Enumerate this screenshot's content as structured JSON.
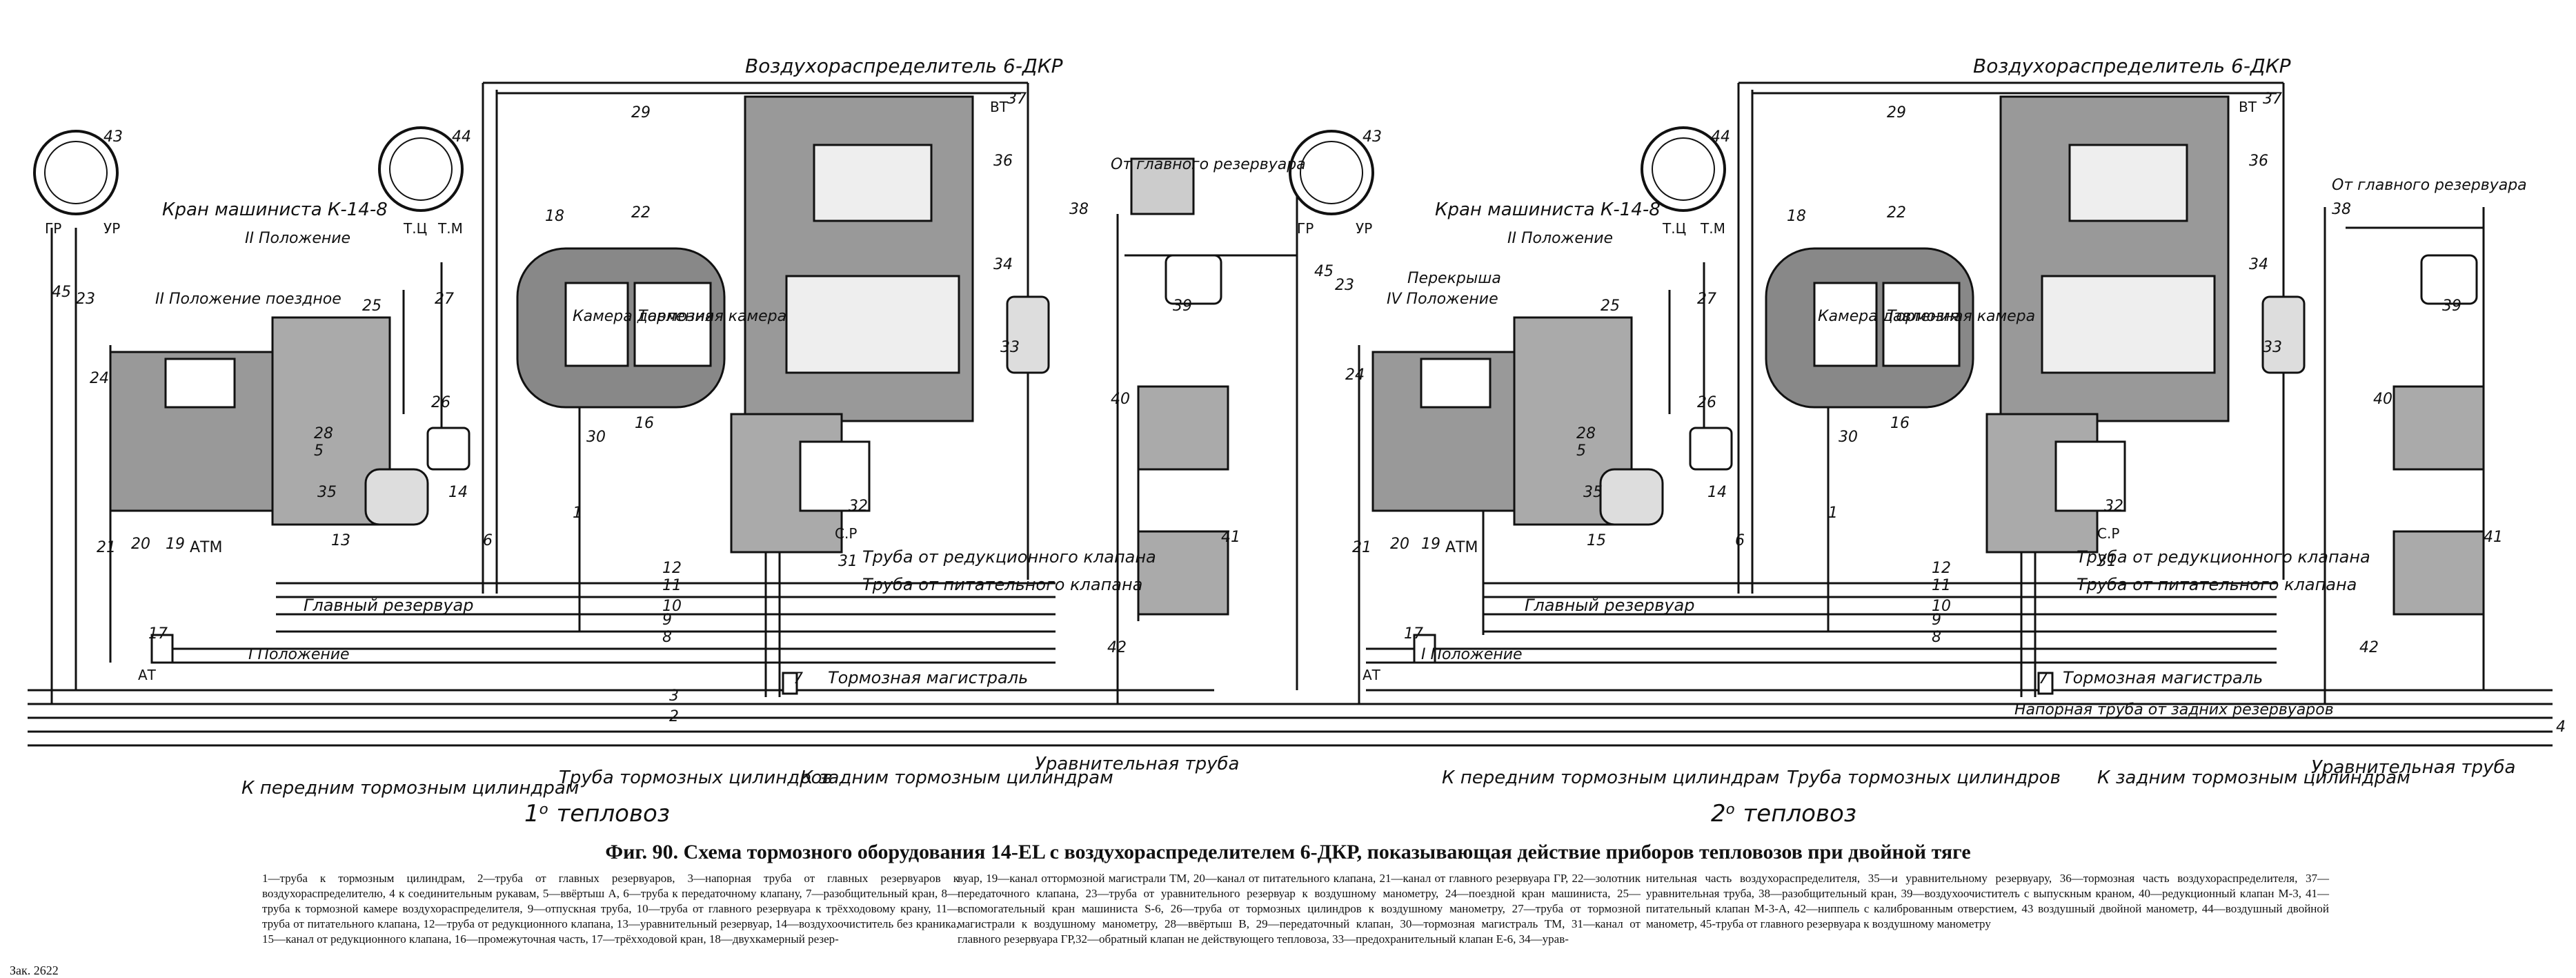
{
  "figure": {
    "caption": "Фиг. 90. Схема тормозного оборудования 14-EL с воздухораспределителем 6-ДКР, показывающая действие приборов тепловозов при двойной тяге",
    "legend_part1": "1—труба к тормозным цилиндрам, 2—труба от главных резервуаров, 3—напорная труба от главных резервуаров к воздухораспределителю, 4 к соединительным рукавам, 5—ввёртыш А, 6—труба к передаточному клапану, 7—разобщительный кран, 8—труба к тормозной камере воздухораспределителя, 9—отпускная труба, 10—труба от главного резервуара к трёхходовому крану, 11—труба от питательного клапана, 12—труба от редукционного клапана, 13—уравнительный резервуар, 14—воздухоочиститель без краника, 15—канал от редукционного клапана, 16—промежуточная часть, 17—трёхходовой кран, 18—двухкамерный резер-",
    "legend_part2": "вуар, 19—канал оттормозной магистрали ТМ, 20—канал от питательного клапана, 21—канал от главного резервуара ГР, 22—золотник передаточного клапана, 23—труба от уравнительного резервуар к воздушному манометру, 24—поездной кран машиниста, 25—вспомогательный кран машиниста S-6, 26—труба от тормозных цилиндров к воздушному манометру, 27—труба от тормозной магистрали к воздушному манометру, 28—ввёртыш В, 29—передаточный клапан, 30—тормозная магистраль ТМ, 31—канал от главного резервуара ГР,32—обратный клапан не действующего тепловоза, 33—предохранительный клапан Е-6, 34—урав-",
    "legend_part3": "нительная часть воздухораспределителя, 35—и уравнительному резервуару, 36—тормозная часть воздухораспределителя, 37—уравнительная труба, 38—разобщительный кран, 39—воздухоочистителъ с выпускным краном, 40—редукционный клапан М-3, 41—питательный клапан М-3-А, 42—ниппель с калиброванным отверстием, 43 воздушный двойной манометр, 44—воздушный двойной манометр, 45-труба от главного резервуара к воздушному манометру",
    "print_mark": "Зак. 2622"
  },
  "loco1": {
    "title": "1ᵒ тепловоз",
    "air_distributor": "Воздухораспределитель 6-ДКР",
    "driver_valve": "Кран машиниста К-14-8",
    "pos2": "II Положение",
    "pos2_train": "II Положение поездное",
    "pos1": "I Положение",
    "chamber_pressure": "Камера давления",
    "chamber_brake": "Тормозная камера",
    "pipe_reducing": "Труба от редукционного клапана",
    "pipe_feed": "Труба от питательного клапана",
    "main_reservoir": "Главный резервуар",
    "brake_main": "Тормозная магистраль",
    "to_front_cyl": "К передним тормозным цилиндрам",
    "brake_cyl_pipe": "Труба тормозных цилиндров",
    "to_rear_cyl": "К задним тормозным цилиндрам",
    "equalizing_pipe": "Уравнительная труба",
    "from_reservoir": "От главного резервуара",
    "atm": "АТМ"
  },
  "loco2": {
    "title": "2ᵒ тепловоз",
    "air_distributor": "Воздухораспределитель 6-ДКР",
    "driver_valve": "Кран машиниста К-14-8",
    "pos2": "II Положение",
    "pos4": "IV Положение",
    "overlap": "Перекрыша",
    "pos1": "I Положение",
    "chamber_pressure": "Камера давления",
    "chamber_brake": "Тормозная камера",
    "pipe_reducing": "Труба от редукционного клапана",
    "pipe_feed": "Труба от питательного клапана",
    "main_reservoir": "Главный резервуар",
    "brake_main": "Тормозная магистраль",
    "main_pipe_rear": "Напорная труба от задних резервуаров",
    "to_front_cyl": "К передним тормозным цилиндрам",
    "brake_cyl_pipe": "Труба тормозных цилиндров",
    "to_rear_cyl": "К задним тормозным цилиндрам",
    "equalizing_pipe": "Уравнительная труба",
    "from_reservoir": "От главного резервуара",
    "atm": "АТМ"
  },
  "short_labels": {
    "gr": "ГР",
    "ur": "УР",
    "tc": "Т.Ц",
    "tm": "Т.М",
    "vt": "ВТ",
    "at": "АТ",
    "cr": "С.Р"
  },
  "part_numbers": {
    "loco1": [
      "43",
      "44",
      "45",
      "23",
      "24",
      "25",
      "27",
      "26",
      "14",
      "28",
      "5",
      "35",
      "13",
      "21",
      "20",
      "19",
      "17",
      "29",
      "22",
      "37",
      "36",
      "34",
      "33",
      "18",
      "16",
      "30",
      "1",
      "6",
      "32",
      "31",
      "12",
      "11",
      "10",
      "9",
      "8",
      "7",
      "3",
      "2",
      "38",
      "39",
      "40",
      "41",
      "42"
    ],
    "loco2": [
      "43",
      "44",
      "45",
      "23",
      "24",
      "25",
      "27",
      "26",
      "14",
      "28",
      "5",
      "35",
      "15",
      "21",
      "20",
      "19",
      "17",
      "29",
      "22",
      "37",
      "36",
      "34",
      "33",
      "18",
      "16",
      "30",
      "1",
      "6",
      "32",
      "31",
      "12",
      "11",
      "10",
      "9",
      "8",
      "7",
      "38",
      "39",
      "40",
      "41",
      "42",
      "4"
    ]
  },
  "colors": {
    "ink": "#111111",
    "paper": "#ffffff",
    "fill": "#777777"
  }
}
